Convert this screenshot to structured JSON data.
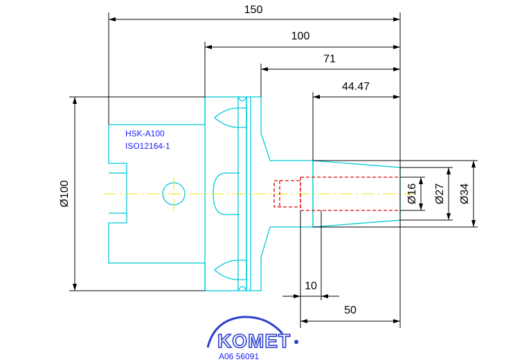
{
  "dimensions": {
    "d150": "150",
    "d100": "100",
    "d71": "71",
    "d4447": "44.47",
    "d10": "10",
    "d50": "50",
    "dia100": "Ø100",
    "dia16": "Ø16",
    "dia27": "Ø27",
    "dia34": "Ø34"
  },
  "part_labels": {
    "line1": "HSK-A100",
    "line2": "ISO12164-1"
  },
  "logo": {
    "brand": "KOMET",
    "code": "A06 56091"
  },
  "colors": {
    "outline": "#00c8d8",
    "centerline": "#e8e800",
    "hidden": "#e00000",
    "dimension": "#000000",
    "text_blue": "#1a1aff",
    "logo_blue": "#2a3fd0"
  }
}
